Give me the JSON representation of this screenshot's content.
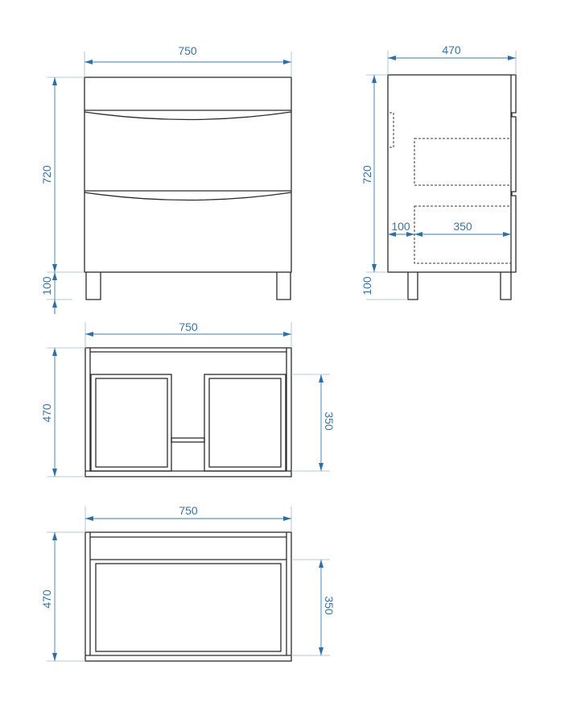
{
  "front_view": {
    "width_label": "750",
    "height_label": "720",
    "leg_label": "100"
  },
  "side_view": {
    "depth_label": "470",
    "height_label": "720",
    "leg_label": "100",
    "offset_label": "100",
    "drawer_depth_label": "350"
  },
  "top_view_upper": {
    "width_label": "750",
    "depth_label": "470",
    "drawer_depth_label": "350"
  },
  "top_view_lower": {
    "width_label": "750",
    "depth_label": "470",
    "drawer_depth_label": "350"
  },
  "colors": {
    "dimension": "#3b78ad",
    "outline": "#2b2b2b"
  }
}
